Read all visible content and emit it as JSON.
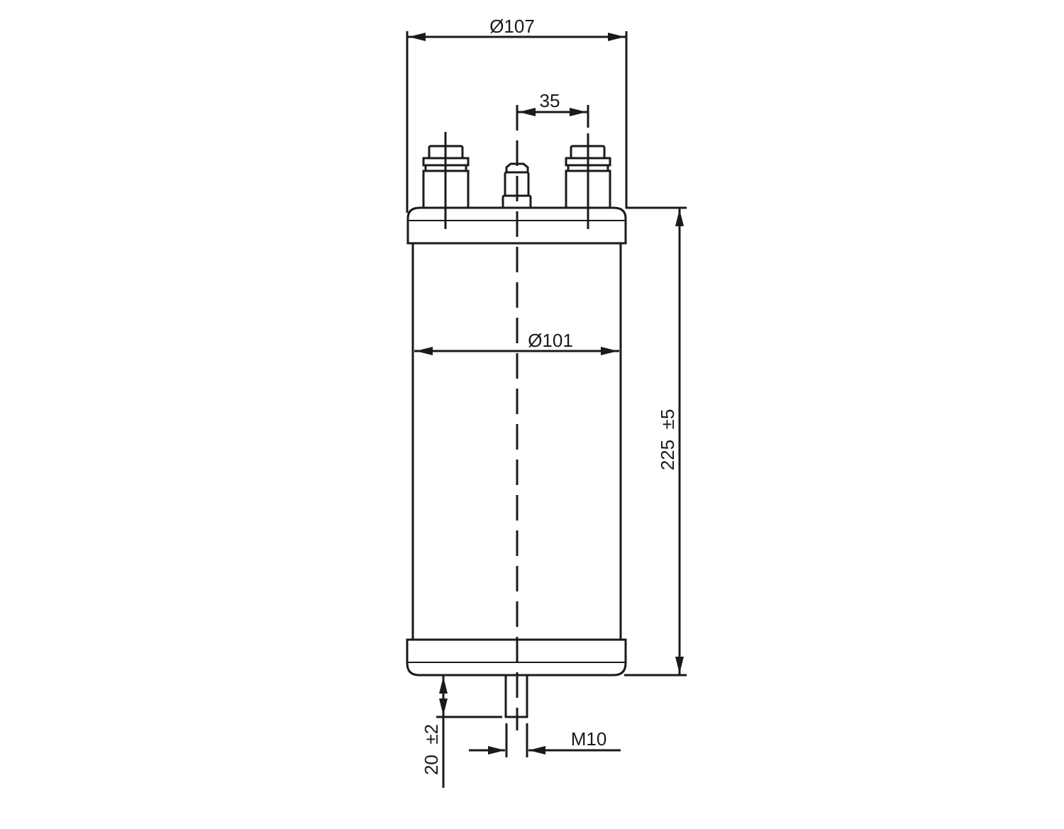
{
  "drawing": {
    "dimensions": {
      "outer_diameter": "Ø107",
      "terminal_spacing": "35",
      "body_diameter": "Ø101",
      "height": "225  ±5",
      "stud_length": "20  ±2",
      "thread": "M10"
    },
    "colors": {
      "line": "#1a1a1a",
      "background": "#ffffff"
    }
  }
}
